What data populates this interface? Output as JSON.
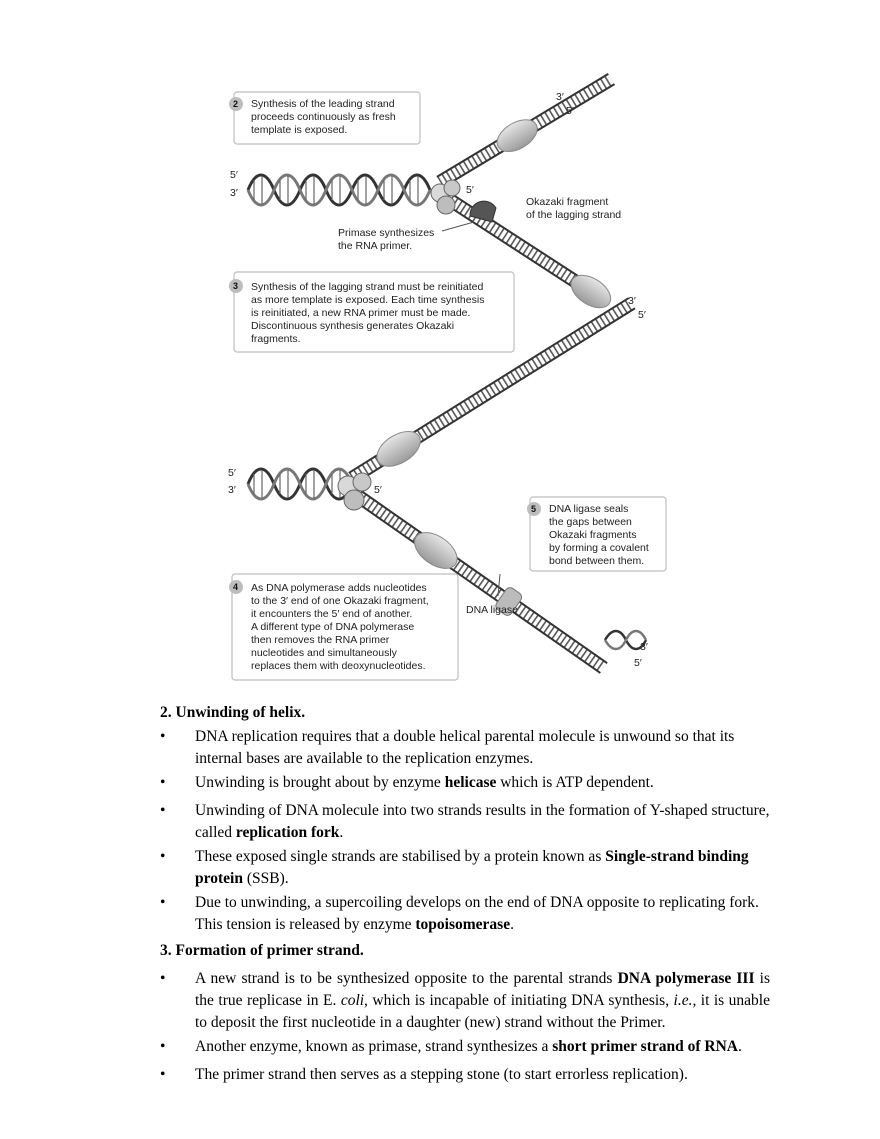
{
  "figure": {
    "step2": {
      "num": "2",
      "lines": [
        "Synthesis of the leading strand",
        "proceeds continuously as fresh",
        "template is exposed."
      ]
    },
    "step3": {
      "num": "3",
      "lines": [
        "Synthesis of the lagging strand must be reinitiated",
        "as more template is exposed. Each time synthesis",
        "is reinitiated, a new RNA primer must be made.",
        "Discontinuous synthesis generates Okazaki",
        "fragments."
      ]
    },
    "step4": {
      "num": "4",
      "lines": [
        "As DNA polymerase adds nucleotides",
        "to the 3′ end of one Okazaki fragment,",
        "it encounters the 5′ end of another.",
        "A different type of DNA polymerase",
        "then removes the RNA primer",
        "nucleotides and simultaneously",
        "replaces them with deoxynucleotides."
      ]
    },
    "step5": {
      "num": "5",
      "lines": [
        "DNA ligase seals",
        "the gaps between",
        "Okazaki fragments",
        "by forming a covalent",
        "bond between them."
      ]
    },
    "primase_label": [
      "Primase synthesizes",
      "the RNA primer."
    ],
    "okazaki_label": [
      "Okazaki fragment",
      "of the lagging strand"
    ],
    "ligase_label": "DNA ligase",
    "end3": "3′",
    "end5": "5′"
  },
  "section2": {
    "heading": "2. Unwinding of helix.",
    "bullet": "•",
    "b1": "DNA replication requires that a double helical parental molecule is unwound so that its internal bases are available to the replication enzymes.",
    "b2_pre": "Unwinding is brought about by enzyme ",
    "b2_bold": "helicase",
    "b2_post": " which is ATP dependent.",
    "b3_pre": "Unwinding of DNA molecule into two strands results in the formation of Y-shaped structure, called ",
    "b3_bold": "replication fork",
    "b3_post": ".",
    "b4_pre": "These exposed single strands are stabilised by a protein known as ",
    "b4_bold": "Single-strand binding protein",
    "b4_post": " (SSB).",
    "b5_pre": "Due to unwinding, a supercoiling develops on the end of DNA opposite to replicating fork. This tension is released by enzyme ",
    "b5_bold": "topoisomerase",
    "b5_post": "."
  },
  "section3": {
    "heading": "3. Formation of primer strand.",
    "b1_pre": "A new strand is to be synthesized opposite to the parental strands ",
    "b1_bold": "DNA polymerase III",
    "b1_mid": " is the true replicase in E. ",
    "b1_ital": "coli,",
    "b1_mid2": " which is incapable of initiating DNA synthesis, ",
    "b1_ital2": "i.e.,",
    "b1_post": " it is unable to deposit the first nucleotide in a daughter (new) strand without the Primer.",
    "b2_pre": "Another enzyme, known as primase, strand synthesizes a ",
    "b2_bold": "short primer strand of RNA",
    "b2_post": ".",
    "b3": "The primer strand then serves as a stepping stone (to start errorless replication)."
  }
}
